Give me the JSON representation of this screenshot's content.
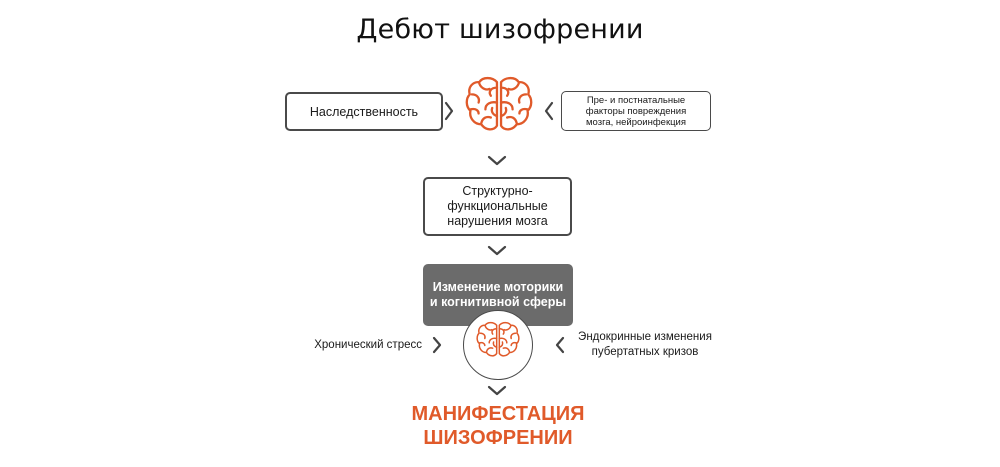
{
  "title": "Дебют шизофрении",
  "nodes": {
    "heredity": "Наследственность",
    "factors": [
      "Пре- и постнатальные",
      "факторы повреждения",
      "мозга, нейроинфекция"
    ],
    "structural": [
      "Структурно-",
      "функциональные",
      "нарушения мозга"
    ],
    "motor_cognitive": [
      "Изменение моторики",
      "и когнитивной сферы"
    ],
    "stress": "Хронический стресс",
    "endocrine": [
      "Эндокринные изменения",
      "пубертатных кризов"
    ],
    "manifestation": [
      "МАНИФЕСТАЦИЯ",
      "ШИЗОФРЕНИИ"
    ]
  },
  "icons": {
    "brain": "brain-icon",
    "arrow": "chevron-icon"
  },
  "colors": {
    "accent": "#e05a2a",
    "box_border": "#4a4a4a",
    "dark_box": "#6b6b6b",
    "text": "#1a1a1a"
  }
}
